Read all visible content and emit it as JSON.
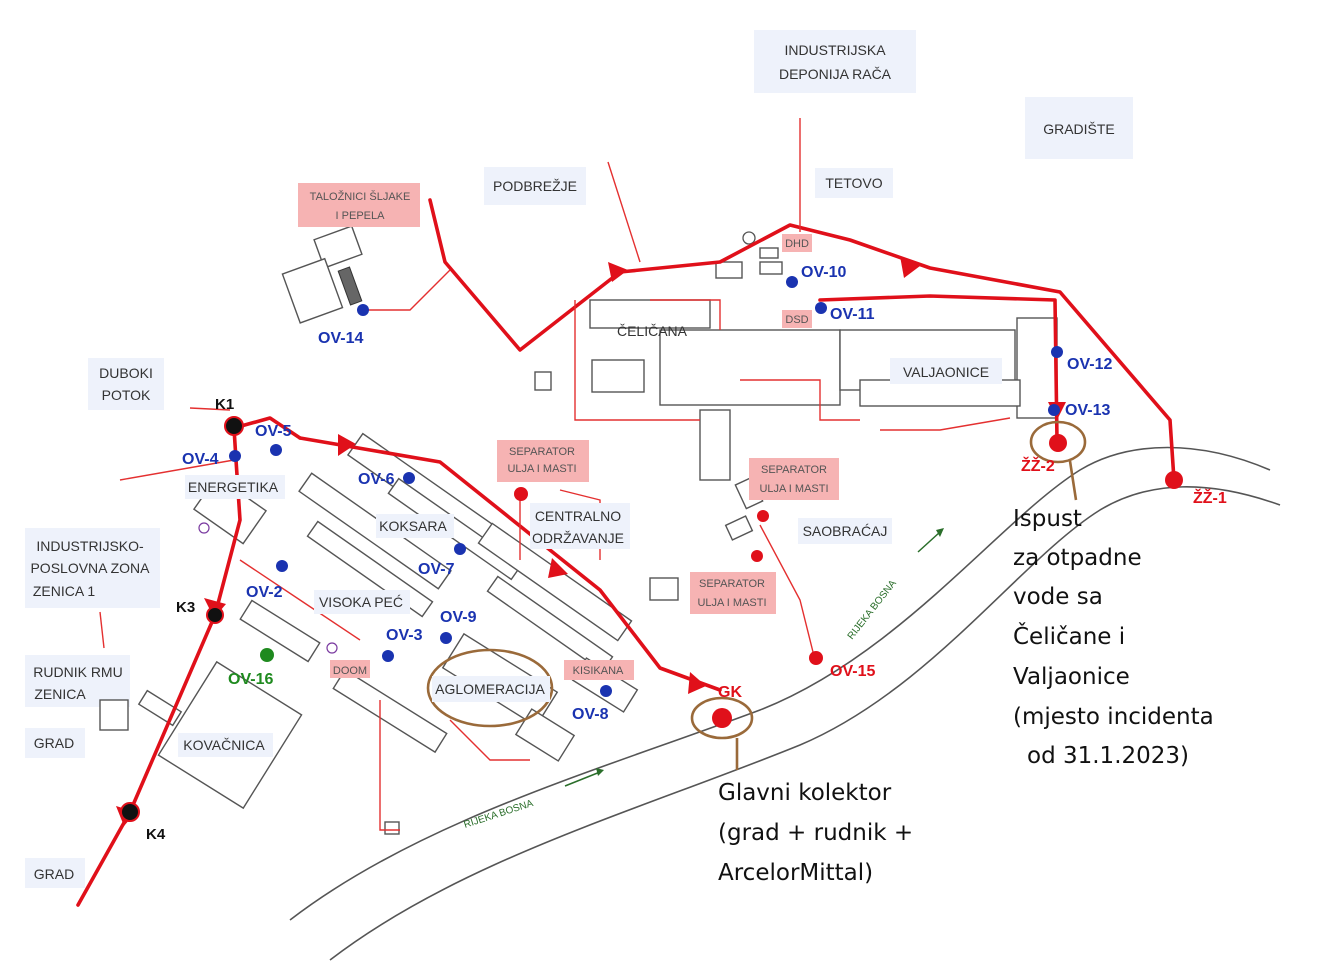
{
  "areas": {
    "industrijska_deponija": [
      "INDUSTRIJSKA",
      "DEPONIJA RAČA"
    ],
    "gradiste": "GRADIŠTE",
    "podbrezje": "PODBREŽJE",
    "tetovo": "TETOVO",
    "duboki_potok": [
      "DUBOKI",
      "POTOK"
    ],
    "industrijsko_poslovna": [
      "INDUSTRIJSKO-",
      "POSLOVNA ZONA",
      "ZENICA 1"
    ],
    "rudnik": [
      "RUDNIK RMU",
      "ZENICA"
    ],
    "grad_upper": "GRAD",
    "grad_lower": "GRAD"
  },
  "facilities": {
    "talozniki": [
      "TALOŽNICI ŠLJAKE",
      "I PEPELA"
    ],
    "celicana": "ČELIČANA",
    "valjaonice": "VALJAONICE",
    "dhd": "DHD",
    "dsd": "DSD",
    "energetika": "ENERGETIKA",
    "koksara": "KOKSARA",
    "visoka_pec": "VISOKA PEĆ",
    "aglomeracija": "AGLOMERACIJA",
    "kisikana": "KISIKANA",
    "kovacnica": "KOVAČNICA",
    "doom": "DOOM",
    "centralno": [
      "CENTRALNO",
      "ODRŽAVANJE"
    ],
    "saobracaj": "SAOBRAĆAJ",
    "separator1": [
      "SEPARATOR",
      "ULJA I MASTI"
    ],
    "separator2": [
      "SEPARATOR",
      "ULJA I MASTI"
    ],
    "separator3": [
      "SEPARATOR",
      "ULJA I MASTI"
    ]
  },
  "points": {
    "ov14": "OV-14",
    "ov10": "OV-10",
    "ov11": "OV-11",
    "ov12": "OV-12",
    "ov13": "OV-13",
    "ov5": "OV-5",
    "ov4": "OV-4",
    "ov6": "OV-6",
    "ov7": "OV-7",
    "ov2": "OV-2",
    "ov9": "OV-9",
    "ov8": "OV-8",
    "ov3": "OV-3",
    "ov16": "OV-16",
    "ov15": "OV-15",
    "zz1": "ŽŽ-1",
    "zz2": "ŽŽ-2",
    "gk": "GK",
    "k1": "K1",
    "k3": "K3",
    "k4": "K4"
  },
  "river": {
    "label1": "RIJEKA BOSNA",
    "label2": "RIJEKA BOSNA"
  },
  "annotations": {
    "ispust": [
      "Ispust",
      "za otpadne",
      "vode sa",
      "Čeličane i",
      "Valjaonice",
      "(mjesto incidenta",
      "od 31.1.2023)"
    ],
    "glavni": [
      "Glavni kolektor",
      "(grad + rudnik +",
      "ArcelorMittal)"
    ]
  },
  "colors": {
    "pipeline": "#e0101a",
    "monitoring_point": "#1a33b0",
    "green_point": "#1f8a1f",
    "highlight_ring": "#9a6a3a"
  }
}
